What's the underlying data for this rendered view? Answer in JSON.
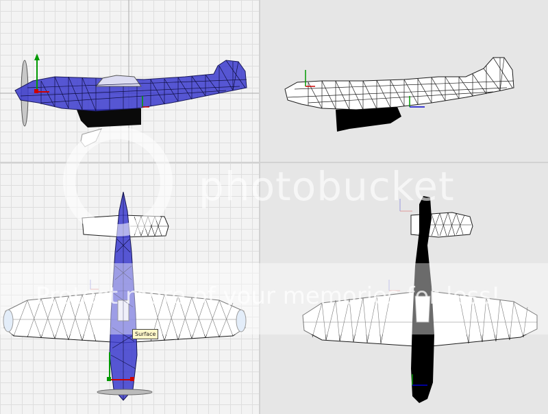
{
  "tooltip": {
    "label": "Surface"
  },
  "watermark": {
    "brand": "photobucket",
    "slogan": "Protect more of your memories for less!"
  },
  "viewports": [
    {
      "name": "side-view-shaded",
      "render_style": "shaded wireframe",
      "fill_color": "#3a3acc"
    },
    {
      "name": "side-view-hidden-line",
      "render_style": "hidden line",
      "fill_color": "#ffffff"
    },
    {
      "name": "top-view-shaded",
      "render_style": "shaded wireframe",
      "fill_color": "#3a3acc"
    },
    {
      "name": "top-view-hidden-line",
      "render_style": "hidden line",
      "fill_color": "#ffffff"
    }
  ],
  "colors": {
    "axis_x": "#cc0000",
    "axis_y": "#009900",
    "axis_z": "#0000cc",
    "wire": "#1a1a1a",
    "model_blue": "#3a3acc",
    "solid_black": "#000000"
  },
  "icons": {
    "axis_gizmo": "xyz-axis-icon"
  }
}
